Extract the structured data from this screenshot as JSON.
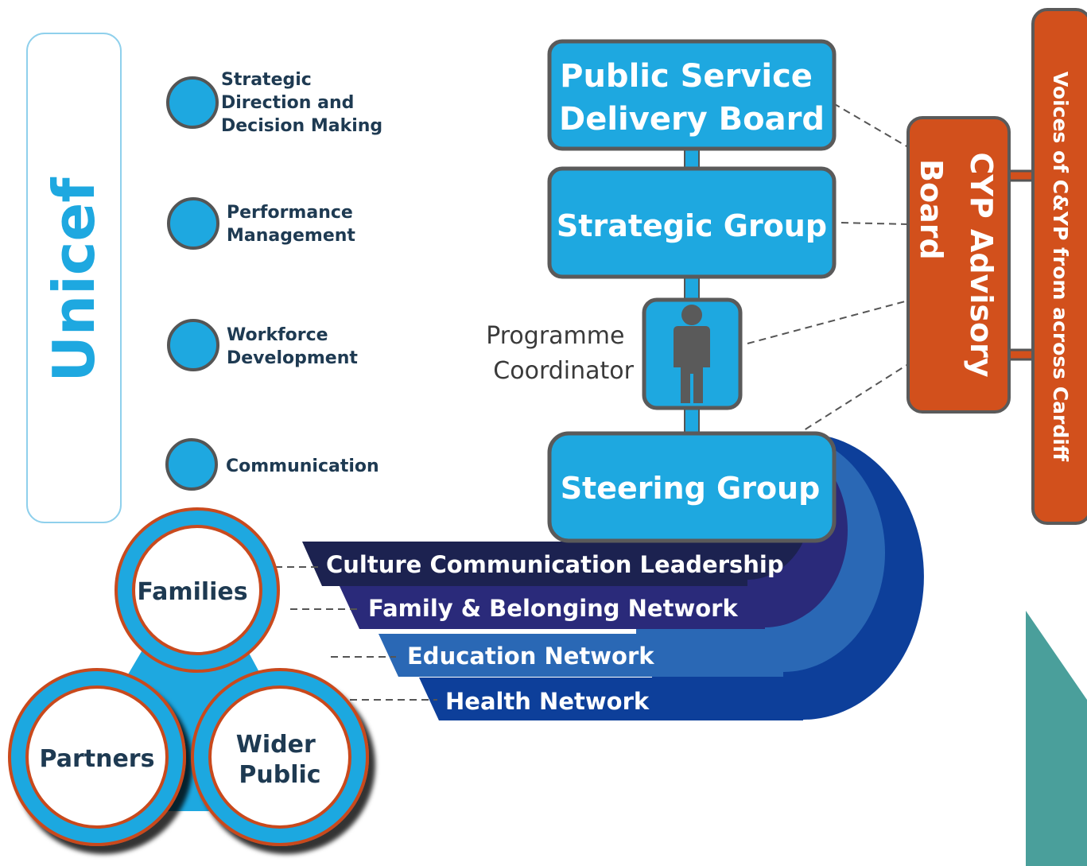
{
  "unicef_label": "Unicef",
  "pillars": [
    {
      "line1": "Strategic",
      "line2": "Direction and",
      "line3": "Decision Making"
    },
    {
      "line1": "Performance",
      "line2": "Management",
      "line3": ""
    },
    {
      "line1": "Workforce",
      "line2": "Development",
      "line3": ""
    },
    {
      "line1": "Communication",
      "line2": "",
      "line3": ""
    }
  ],
  "boxes": {
    "psdb_line1": "Public Service",
    "psdb_line2": "Delivery Board",
    "strategic": "Strategic Group",
    "steering": "Steering Group"
  },
  "coordinator": {
    "line1": "Programme",
    "line2": "Coordinator",
    "icon": "person-icon"
  },
  "advisory": {
    "line1": "CYP Advisory",
    "line2": "Board"
  },
  "voices": "Voices of C&YP from across Cardiff",
  "networks": [
    "Culture Communication Leadership",
    "Family & Belonging Network",
    "Education Network",
    "Health Network"
  ],
  "stakeholders": {
    "families": "Families",
    "partners": "Partners",
    "wider_line1": "Wider",
    "wider_line2": "Public"
  },
  "colors": {
    "sky": "#1ea8e0",
    "orange": "#d2501c",
    "navy": "#1c2a5a",
    "text_dark": "#1e3a52",
    "border_gray": "#5a5a5a",
    "teal": "#4a9f9b"
  }
}
